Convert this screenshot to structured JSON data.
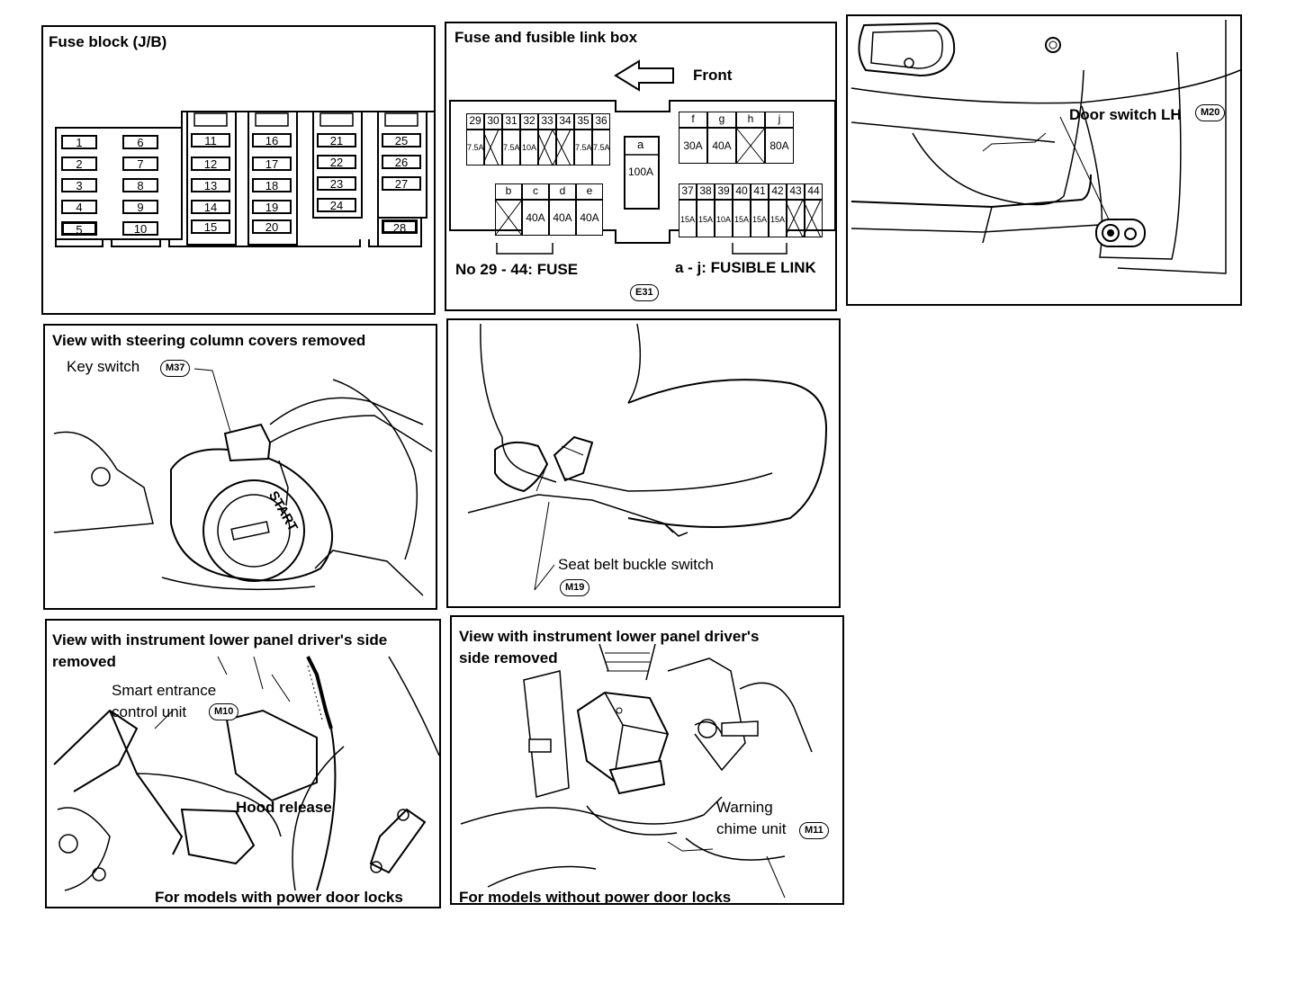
{
  "panels": {
    "fuse_block": {
      "title": "Fuse block (J/B)",
      "fuses": [
        "1",
        "2",
        "3",
        "4",
        "5",
        "6",
        "7",
        "8",
        "9",
        "10",
        "11",
        "12",
        "13",
        "14",
        "15",
        "16",
        "17",
        "18",
        "19",
        "20",
        "21",
        "22",
        "23",
        "24",
        "25",
        "26",
        "27",
        "28"
      ]
    },
    "fuse_box": {
      "title": "Fuse and fusible link box",
      "front_label": "Front",
      "fuse_numbers_top": [
        "29",
        "30",
        "31",
        "32",
        "33",
        "34",
        "35",
        "36"
      ],
      "fuse_amps_top": [
        "7.5A",
        "",
        "7.5A",
        "10A",
        "",
        "",
        "7.5A",
        "7.5A"
      ],
      "link_a_label": "a",
      "link_a_amp": "100A",
      "links_bcde": [
        "b",
        "c",
        "d",
        "e"
      ],
      "links_bcde_amps": [
        "",
        "40A",
        "40A",
        "40A"
      ],
      "links_fghj": [
        "f",
        "g",
        "h",
        "j"
      ],
      "links_fghj_amps": [
        "30A",
        "40A",
        "",
        "80A"
      ],
      "fuse_numbers_bottom": [
        "37",
        "38",
        "39",
        "40",
        "41",
        "42",
        "43",
        "44"
      ],
      "fuse_amps_bottom": [
        "15A",
        "15A",
        "10A",
        "15A",
        "15A",
        "15A",
        "",
        ""
      ],
      "legend_fuse": "No 29 - 44:  FUSE",
      "legend_link": "a - j:  FUSIBLE LINK",
      "connector": "E31"
    },
    "door_switch": {
      "label": "Door switch LH",
      "connector": "M20"
    },
    "key_switch": {
      "title": "View with steering column covers removed",
      "label": "Key switch",
      "connector": "M37",
      "start_text": "START"
    },
    "seat_belt": {
      "label": "Seat belt buckle switch",
      "connector": "M19"
    },
    "smart_entrance": {
      "title_line1": "View with instrument lower panel driver's side",
      "title_line2": "removed",
      "label_line1": "Smart entrance",
      "label_line2": "control unit",
      "connector": "M10",
      "hood_label": "Hood release",
      "footer": "For models with power door locks"
    },
    "warning_chime": {
      "title_line1": "View with instrument lower panel driver's",
      "title_line2": "side removed",
      "label_line1": "Warning",
      "label_line2": "chime unit",
      "connector": "M11",
      "footer": "For models without power door locks"
    }
  }
}
